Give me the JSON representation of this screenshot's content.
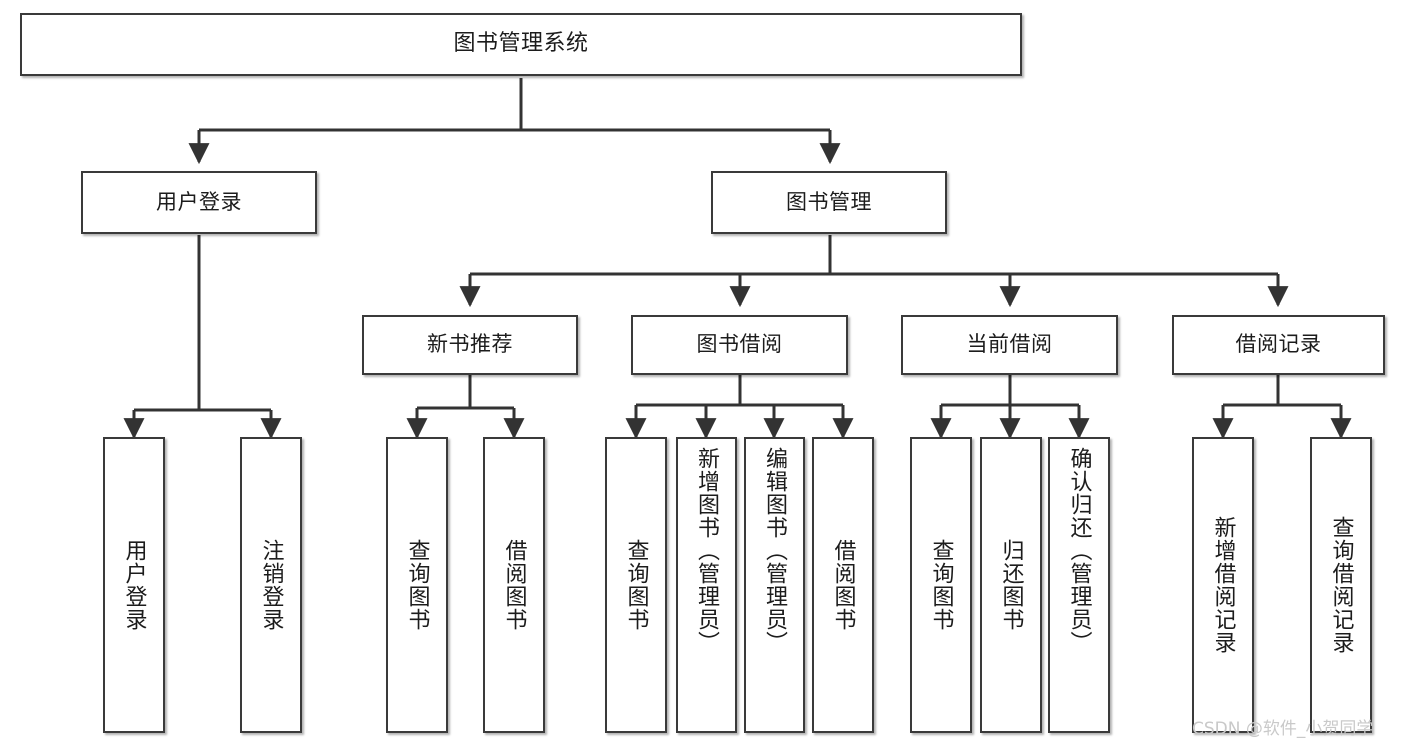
{
  "diagram": {
    "title": "图书管理系统",
    "watermark": "CSDN @软件_小贺同学",
    "line_color": "#333333",
    "box_border_color": "#3a3a3a",
    "box_fill_color": "#ffffff",
    "text_color": "#1c1c1c",
    "watermark_color": "#c9c9c9"
  },
  "nodes": {
    "root": {
      "label": "图书管理系统"
    },
    "level2": [
      {
        "label": "用户登录"
      },
      {
        "label": "图书管理"
      }
    ],
    "level3": [
      {
        "label": "新书推荐"
      },
      {
        "label": "图书借阅"
      },
      {
        "label": "当前借阅"
      },
      {
        "label": "借阅记录"
      }
    ],
    "leaves": {
      "user_login": [
        {
          "label": "用户登录"
        },
        {
          "label": "注销登录"
        }
      ],
      "new_book": [
        {
          "label": "查询图书"
        },
        {
          "label": "借阅图书"
        }
      ],
      "book_borrow": [
        {
          "label": "查询图书"
        },
        {
          "label": "新增图书（管理员）"
        },
        {
          "label": "编辑图书（管理员）"
        },
        {
          "label": "借阅图书"
        }
      ],
      "current_borrow": [
        {
          "label": "查询图书"
        },
        {
          "label": "归还图书"
        },
        {
          "label": "确认归还（管理员）"
        }
      ],
      "borrow_record": [
        {
          "label": "新增借阅记录"
        },
        {
          "label": "查询借阅记录"
        }
      ]
    }
  }
}
